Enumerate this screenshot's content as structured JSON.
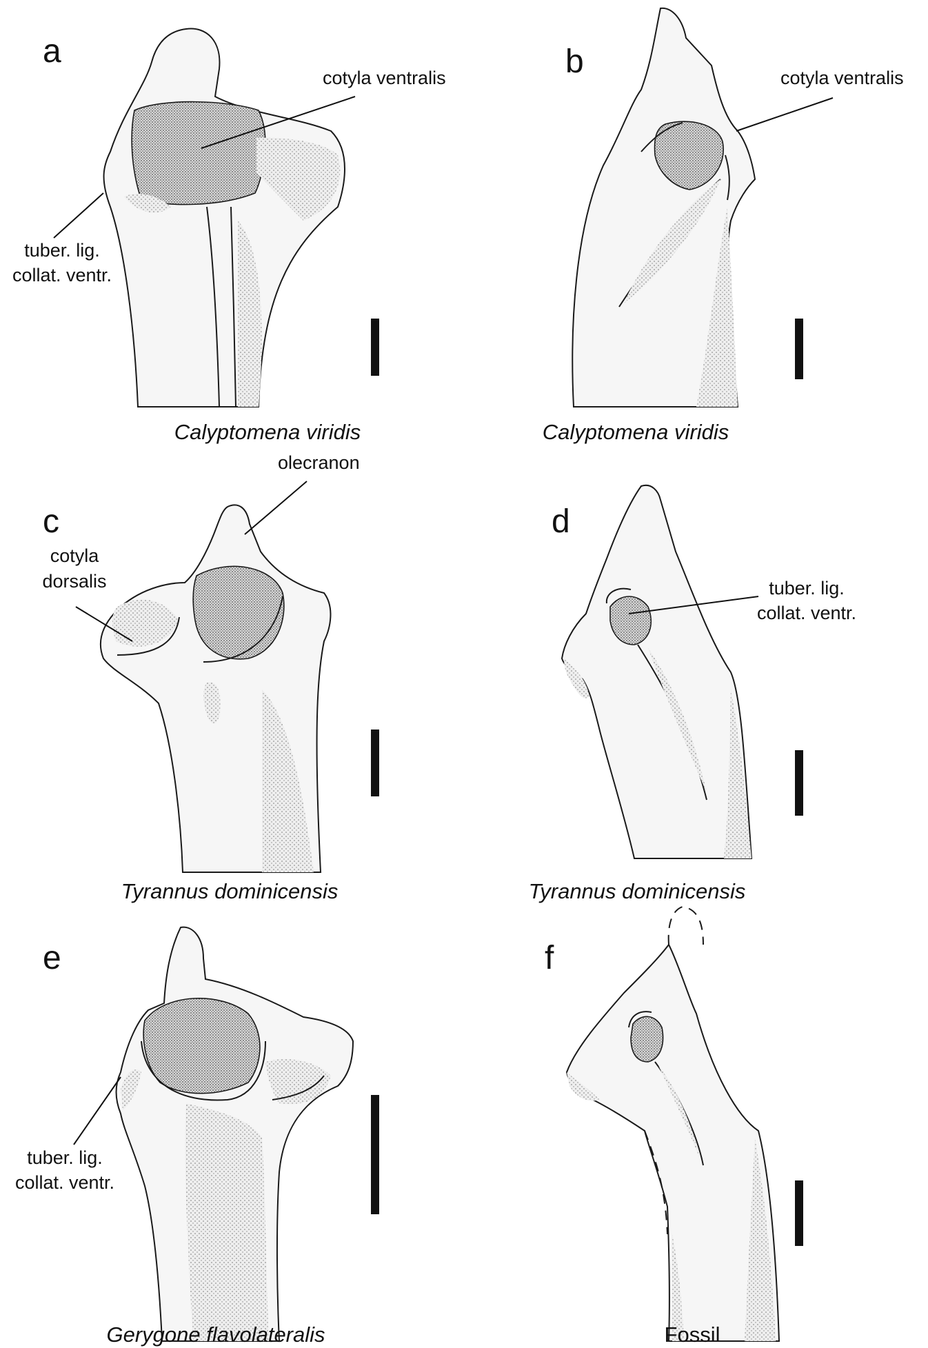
{
  "panels": [
    {
      "id": "a",
      "letter": "a",
      "species": "Calyptomena viridis",
      "annotations": [
        "cotyla ventralis",
        "tuber. lig.",
        "collat. ventr."
      ]
    },
    {
      "id": "b",
      "letter": "b",
      "species": "Calyptomena viridis",
      "annotations": [
        "cotyla ventralis"
      ]
    },
    {
      "id": "c",
      "letter": "c",
      "species": "Tyrannus dominicensis",
      "annotations": [
        "olecranon",
        "cotyla",
        "dorsalis"
      ]
    },
    {
      "id": "d",
      "letter": "d",
      "species": "Tyrannus dominicensis",
      "annotations": [
        "tuber. lig.",
        "collat. ventr."
      ]
    },
    {
      "id": "e",
      "letter": "e",
      "species": "Gerygone flavolateralis",
      "annotations": [
        "tuber. lig.",
        "collat. ventr."
      ]
    },
    {
      "id": "f",
      "letter": "f",
      "caption": "Fossil",
      "annotations": []
    }
  ]
}
